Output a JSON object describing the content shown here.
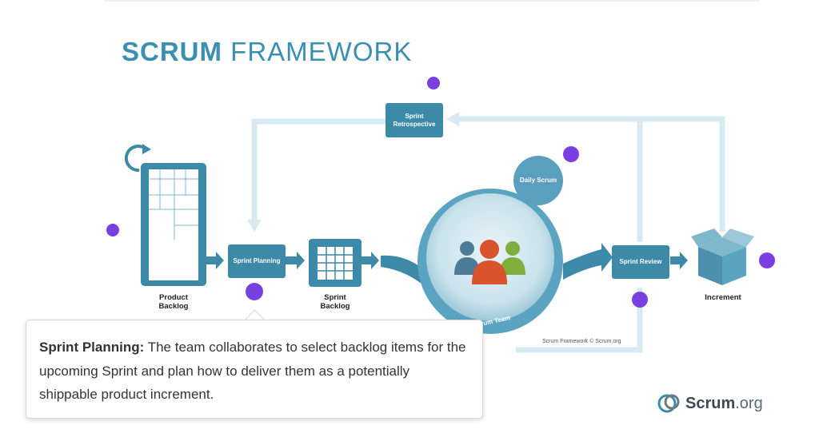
{
  "title": {
    "bold": "SCRUM",
    "regular": "FRAMEWORK"
  },
  "labels": {
    "product_backlog": "Product Backlog",
    "sprint_planning": "Sprint Planning",
    "sprint_backlog": "Sprint Backlog",
    "sprint_retrospective": "Sprint Retrospective",
    "daily_scrum": "Daily Scrum",
    "scrum_team": "Scrum Team",
    "sprint_review": "Sprint Review",
    "increment": "Increment"
  },
  "copyright": "Scrum Framework © Scrum.org",
  "popup": {
    "term": "Sprint Planning:",
    "text": "The team collaborates to select backlog items for the upcoming Sprint and plan how to deliver them as a potentially shippable product increment."
  },
  "logo": {
    "name": "Scrum",
    "ext": ".org"
  },
  "colors": {
    "primary": "#3b8fb0",
    "box": "#3d89a8",
    "light": "#d7e9f1",
    "hotspot": "#7a3fe0"
  }
}
